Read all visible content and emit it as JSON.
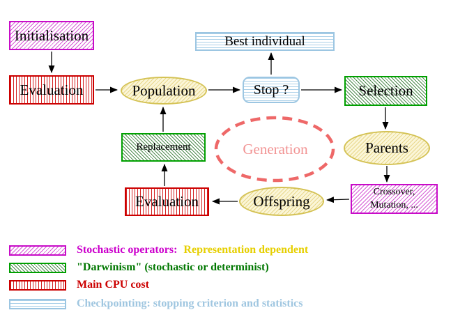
{
  "diagram": {
    "title_implicit": "Evolutionary algorithm flow diagram",
    "nodes": {
      "initialisation": {
        "label": "Initialisation",
        "style": "magenta-diagonal-hatch"
      },
      "evaluation_top": {
        "label": "Evaluation",
        "style": "red-vertical-hatch"
      },
      "population": {
        "label": "Population",
        "style": "yellow-hatch-ellipse"
      },
      "stop": {
        "label": "Stop ?",
        "style": "cyan-horizontal-hatch-rounded"
      },
      "best_individual": {
        "label": "Best individual",
        "style": "cyan-horizontal-hatch"
      },
      "selection": {
        "label": "Selection",
        "style": "green-diagonal-hatch"
      },
      "parents": {
        "label": "Parents",
        "style": "yellow-hatch-ellipse"
      },
      "crossover_mutation": {
        "line1": "Crossover,",
        "line2": "Mutation, ...",
        "style": "magenta-diagonal-hatch"
      },
      "offspring": {
        "label": "Offspring",
        "style": "yellow-hatch-ellipse"
      },
      "evaluation_bottom": {
        "label": "Evaluation",
        "style": "red-vertical-hatch"
      },
      "replacement": {
        "label": "Replacement",
        "style": "green-diagonal-hatch"
      },
      "generation": {
        "label": "Generation",
        "style": "salmon-dashed-ellipse"
      }
    },
    "edges": [
      "initialisation -> evaluation_top",
      "evaluation_top -> population",
      "population -> stop",
      "stop -> best_individual",
      "stop -> selection",
      "selection -> parents",
      "parents -> crossover_mutation",
      "crossover_mutation -> offspring",
      "offspring -> evaluation_bottom",
      "evaluation_bottom -> replacement",
      "replacement -> population"
    ],
    "colors": {
      "stochastic_magenta": "#cc00cc",
      "darwinism_green": "#007700",
      "cpu_red": "#cc0000",
      "checkpoint_blue": "#9fc6e0",
      "yellow_border": "#d4c254",
      "generation_salmon": "#ee6868",
      "node_text": "#000000",
      "background": "#ffffff"
    }
  },
  "legend": {
    "rows": [
      {
        "swatch": "magenta-diagonal-hatch-swatch",
        "parts": [
          {
            "text": "Stochastic operators:",
            "color": "#cc00cc"
          },
          {
            "text": "Representation dependent",
            "color": "#e6cf00"
          }
        ]
      },
      {
        "swatch": "green-diagonal-hatch-swatch",
        "parts": [
          {
            "text": "\"Darwinism\" (stochastic or determinist)",
            "color": "#007700"
          }
        ]
      },
      {
        "swatch": "red-vertical-hatch-swatch",
        "parts": [
          {
            "text": "Main CPU cost",
            "color": "#cc0000"
          }
        ]
      },
      {
        "swatch": "cyan-horizontal-hatch-swatch",
        "parts": [
          {
            "text": "Checkpointing: stopping criterion and statistics",
            "color": "#9fc6e0"
          }
        ]
      }
    ]
  }
}
